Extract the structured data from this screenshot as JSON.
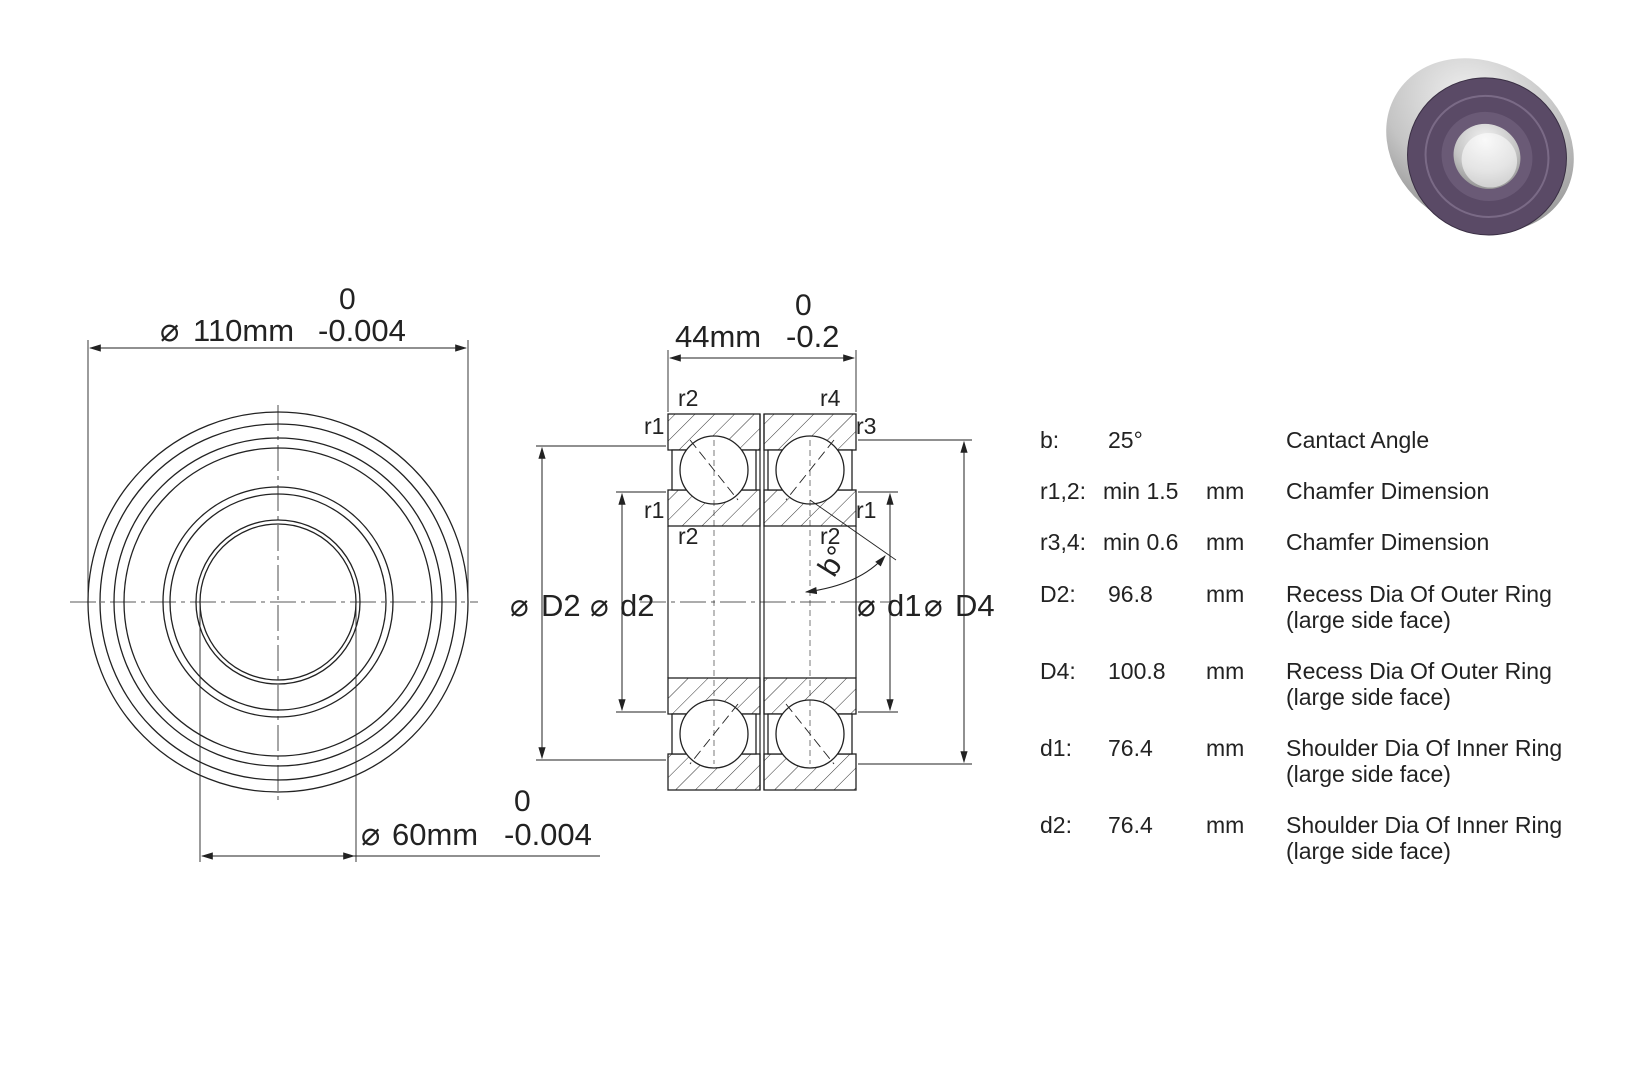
{
  "outer_diameter": {
    "symbol": "⌀",
    "value": "110mm",
    "tol_upper": "0",
    "tol_lower": "-0.004"
  },
  "bore_diameter": {
    "symbol": "⌀",
    "value": "60mm",
    "tol_upper": "0",
    "tol_lower": "-0.004"
  },
  "width": {
    "value": "44mm",
    "tol_upper": "0",
    "tol_lower": "-0.2"
  },
  "section_labels": {
    "r1": "r1",
    "r2": "r2",
    "r3": "r3",
    "r4": "r4",
    "b": "b°",
    "D2": "D2",
    "d2": "d2",
    "d1": "d1",
    "D4": "D4",
    "dia": "⌀"
  },
  "specs": [
    {
      "key": "b:",
      "value": "25°",
      "unit": "",
      "desc": "Cantact Angle",
      "desc2": ""
    },
    {
      "key": "r1,2:",
      "value": "min 1.5",
      "unit": "mm",
      "desc": "Chamfer Dimension",
      "desc2": ""
    },
    {
      "key": "r3,4:",
      "value": "min 0.6",
      "unit": "mm",
      "desc": "Chamfer Dimension",
      "desc2": ""
    },
    {
      "key": "D2:",
      "value": "96.8",
      "unit": "mm",
      "desc": "Recess Dia Of Outer Ring",
      "desc2": "(large side face)"
    },
    {
      "key": "D4:",
      "value": "100.8",
      "unit": "mm",
      "desc": "Recess Dia Of Outer Ring",
      "desc2": "(large side face)"
    },
    {
      "key": "d1:",
      "value": "76.4",
      "unit": "mm",
      "desc": "Shoulder Dia Of Inner Ring",
      "desc2": "(large side face)"
    },
    {
      "key": "d2:",
      "value": "76.4",
      "unit": "mm",
      "desc": "Shoulder Dia Of Inner Ring",
      "desc2": "(large side face)"
    }
  ],
  "colors": {
    "line": "#222222",
    "seal": "#5a4a66",
    "steel": "#d4d4d4"
  }
}
